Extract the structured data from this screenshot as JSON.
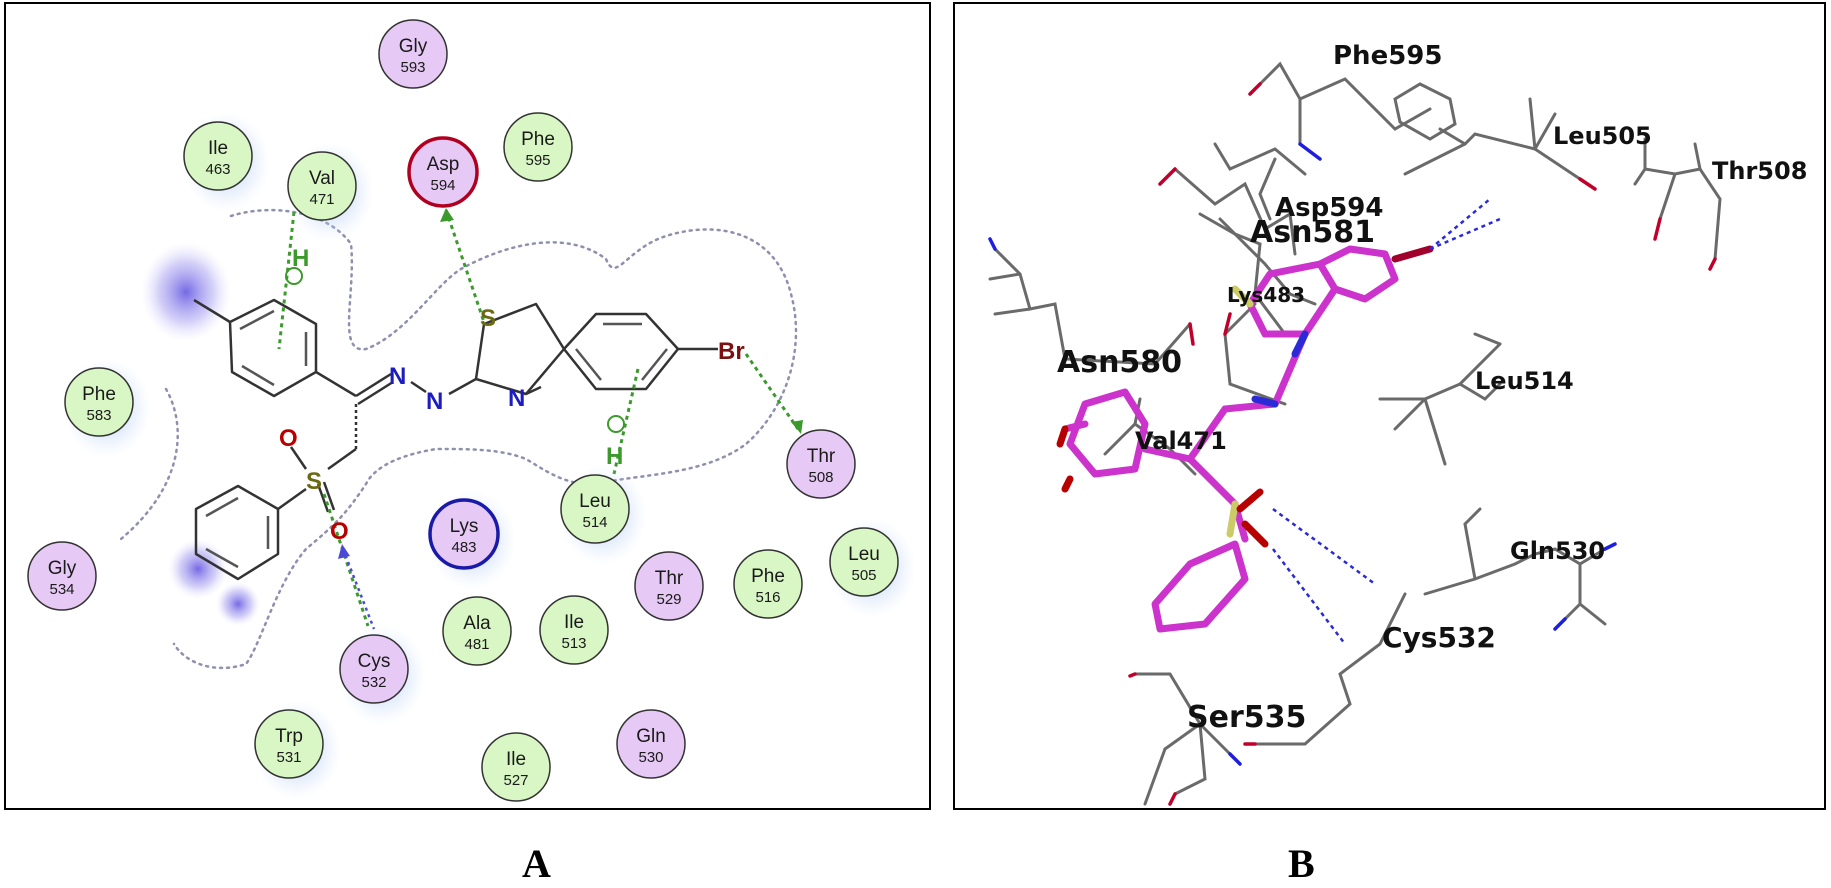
{
  "panel_a": {
    "residues": [
      {
        "name": "Gly",
        "num": "593",
        "kind": "polar"
      },
      {
        "name": "Ile",
        "num": "463",
        "kind": "hydrophobic"
      },
      {
        "name": "Val",
        "num": "471",
        "kind": "hydrophobic"
      },
      {
        "name": "Asp",
        "num": "594",
        "kind": "acidic"
      },
      {
        "name": "Phe",
        "num": "595",
        "kind": "hydrophobic"
      },
      {
        "name": "Phe",
        "num": "583",
        "kind": "hydrophobic"
      },
      {
        "name": "Thr",
        "num": "508",
        "kind": "polar"
      },
      {
        "name": "Gly",
        "num": "534",
        "kind": "polar"
      },
      {
        "name": "Lys",
        "num": "483",
        "kind": "basic"
      },
      {
        "name": "Leu",
        "num": "514",
        "kind": "hydrophobic"
      },
      {
        "name": "Thr",
        "num": "529",
        "kind": "polar"
      },
      {
        "name": "Phe",
        "num": "516",
        "kind": "hydrophobic"
      },
      {
        "name": "Leu",
        "num": "505",
        "kind": "hydrophobic"
      },
      {
        "name": "Ala",
        "num": "481",
        "kind": "hydrophobic"
      },
      {
        "name": "Ile",
        "num": "513",
        "kind": "hydrophobic"
      },
      {
        "name": "Cys",
        "num": "532",
        "kind": "polar"
      },
      {
        "name": "Trp",
        "num": "531",
        "kind": "hydrophobic"
      },
      {
        "name": "Ile",
        "num": "527",
        "kind": "hydrophobic"
      },
      {
        "name": "Gln",
        "num": "530",
        "kind": "polar"
      }
    ],
    "atoms": {
      "sulfur_ring": "S",
      "nitrogen_1": "N",
      "nitrogen_2": "N",
      "nitrogen_ring": "N",
      "bromine": "Br",
      "oxygen_1": "O",
      "oxygen_2": "O",
      "sulfur_sulfonyl": "S",
      "hydrogen_1": "H",
      "hydrogen_2": "H"
    }
  },
  "panel_b": {
    "labels": [
      {
        "text": "Phe595"
      },
      {
        "text": "Leu505"
      },
      {
        "text": "Thr508"
      },
      {
        "text": "Asp594"
      },
      {
        "text": "Asn581"
      },
      {
        "text": "Lys483"
      },
      {
        "text": "Asn580"
      },
      {
        "text": "Leu514"
      },
      {
        "text": "Val471"
      },
      {
        "text": "Gln530"
      },
      {
        "text": "Cys532"
      },
      {
        "text": "Ser535"
      }
    ]
  },
  "captions": {
    "a": "A",
    "b": "B"
  },
  "colors": {
    "hydrophobic": "#d8f7c4",
    "polar": "#e7c9f5",
    "acidic": "#e7c9f5",
    "basic": "#e7c9f5",
    "halo": "#8cb6ee",
    "ligand_magenta": "#cc33cc",
    "hbond_blue": "#2a2ad6",
    "pi_green": "#3c9a2c"
  }
}
